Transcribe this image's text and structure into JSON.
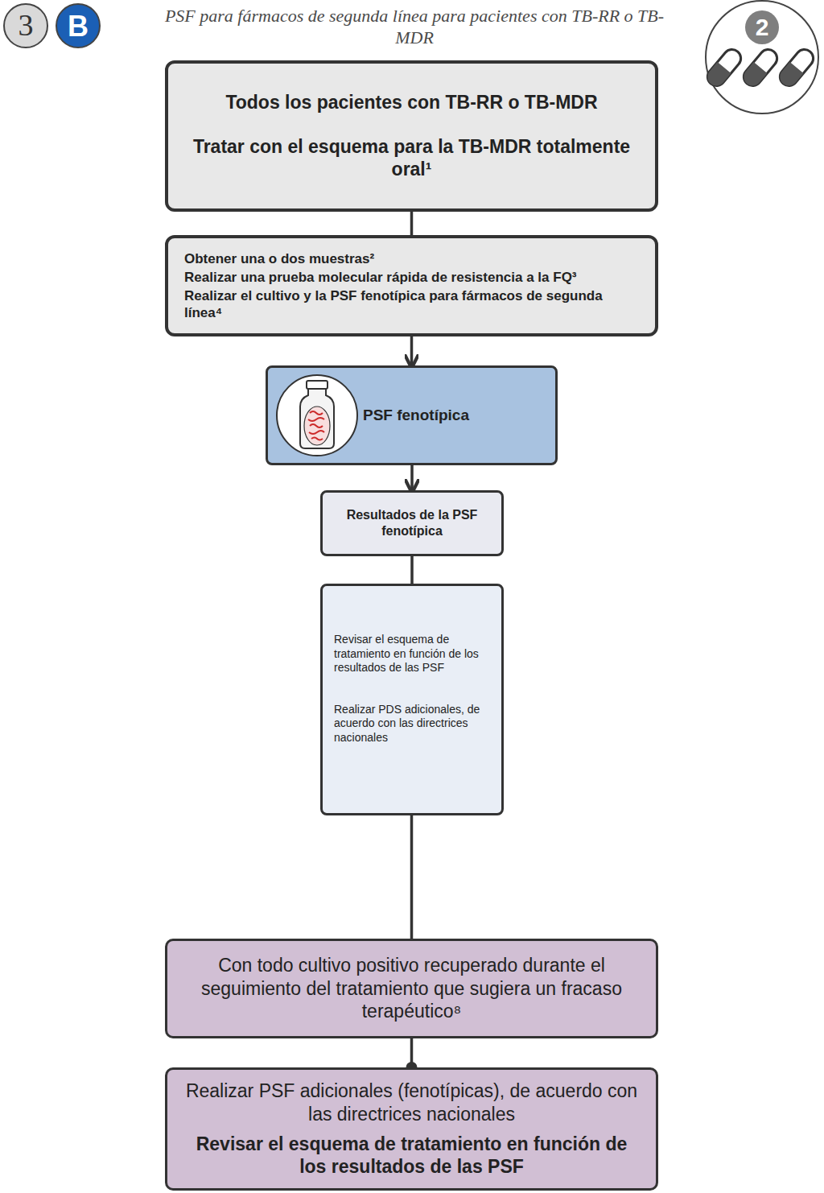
{
  "diagram": {
    "title": "PSF para fármacos de segunda línea para pacientes con TB-RR o TB-MDR",
    "nodes": [
      {
        "text": [
          "3"
        ]
      },
      {
        "text": [
          "B"
        ]
      },
      {
        "text": [
          "2"
        ]
      },
      {
        "text": [
          "Todos los pacientes con TB-RR o TB-MDR",
          "Tratar con el esquema para la TB-MDR totalmente oral¹"
        ]
      },
      {
        "text": [
          "Obtener una o dos muestras²",
          "Realizar una prueba molecular rápida de resistencia a la FQ³",
          "Realizar el cultivo y la PSF fenotípica para fármacos de segunda línea⁴"
        ]
      },
      {
        "text": [
          "PSF fenotípica"
        ]
      },
      {
        "text": [
          "Resultados de la PSF fenotípica"
        ]
      },
      {
        "text": [
          "Revisar el esquema de tratamiento en función de los resultados de las PSF",
          "Realizar PDS adicionales, de acuerdo con las directrices nacionales"
        ]
      },
      {
        "text": [
          "Con todo cultivo positivo recuperado durante el seguimiento del tratamiento que sugiera un fracaso terapéutico⁸"
        ]
      },
      {
        "text": [
          "Realizar PSF adicionales (fenotípicas), de acuerdo con las directrices nacionales",
          "Revisar el esquema de tratamiento en función de los resultados de las PSF"
        ]
      }
    ],
    "edges": [
      {
        "from": 3,
        "to": 4,
        "arrow": "none"
      },
      {
        "from": 4,
        "to": 5,
        "arrow": "to"
      },
      {
        "from": 5,
        "to": 6,
        "arrow": "to"
      },
      {
        "from": 6,
        "to": 7,
        "arrow": "none"
      },
      {
        "from": 7,
        "to": 8,
        "arrow": "none"
      },
      {
        "from": 8,
        "to": 9,
        "arrow": "none"
      }
    ]
  }
}
